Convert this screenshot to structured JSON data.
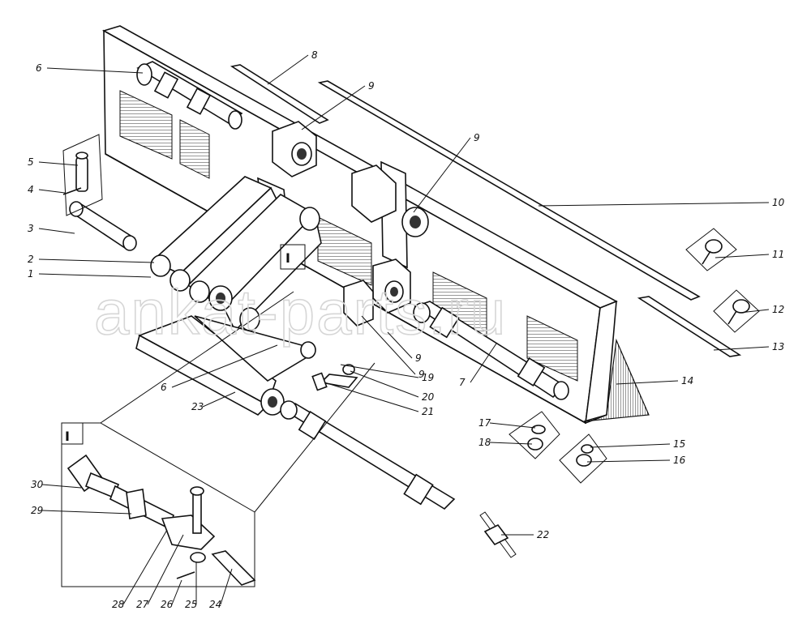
{
  "watermark": "ankat-parts.ru",
  "detail_marker": "I",
  "callouts": [
    "1",
    "2",
    "3",
    "4",
    "5",
    "6",
    "6",
    "7",
    "8",
    "9",
    "9",
    "9",
    "9",
    "10",
    "11",
    "12",
    "13",
    "14",
    "15",
    "16",
    "17",
    "18",
    "19",
    "20",
    "21",
    "22",
    "23",
    "24",
    "25",
    "26",
    "27",
    "28",
    "29",
    "30"
  ]
}
